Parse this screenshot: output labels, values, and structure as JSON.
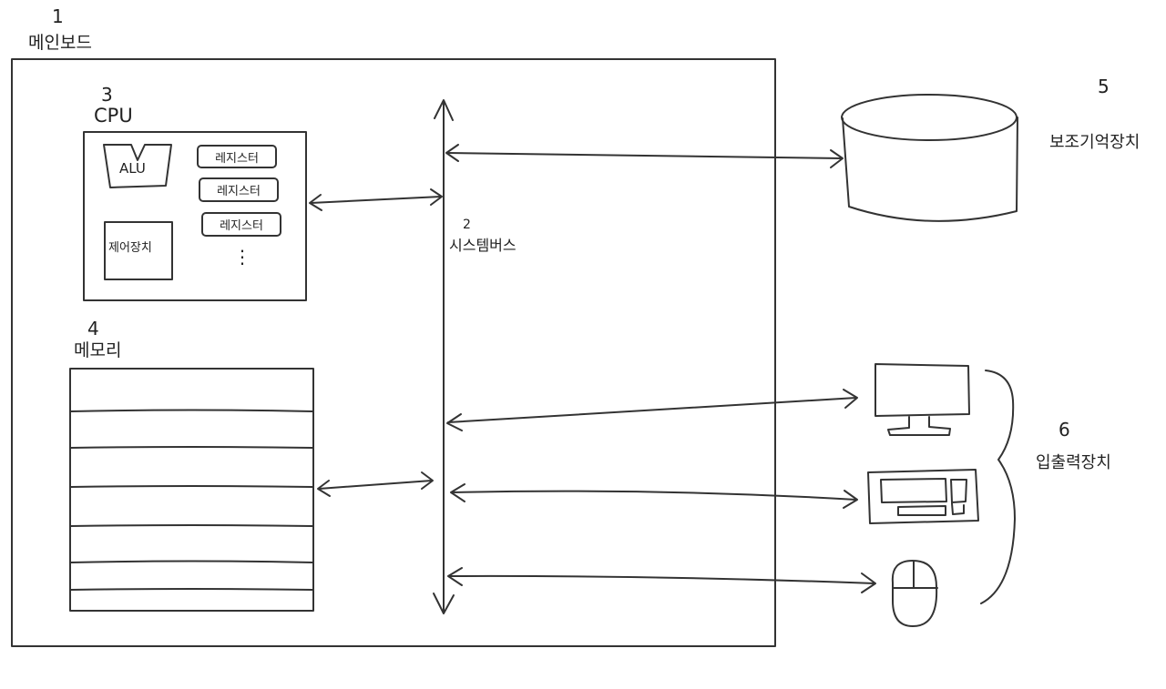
{
  "mainboard": {
    "num": "1",
    "label": "메인보드"
  },
  "bus": {
    "num": "2",
    "label": "시스템버스"
  },
  "cpu": {
    "num": "3",
    "label": "CPU",
    "alu": "ALU",
    "control": "제어장치",
    "registers": [
      "레지스터",
      "레지스터",
      "레지스터"
    ],
    "ellipsis": "⋮"
  },
  "memory": {
    "num": "4",
    "label": "메모리"
  },
  "storage": {
    "num": "5",
    "label": "보조기억장치"
  },
  "io": {
    "num": "6",
    "label": "입출력장치"
  },
  "icons": [
    "disk-icon",
    "monitor-icon",
    "keyboard-icon",
    "mouse-icon"
  ],
  "stroke_color": "#333333"
}
